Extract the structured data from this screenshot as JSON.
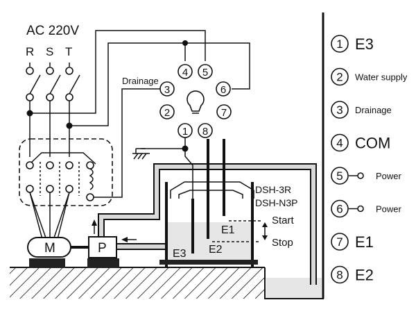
{
  "supply": {
    "label": "AC 220V",
    "phases": [
      "R",
      "S",
      "T"
    ]
  },
  "terminals": [
    "1",
    "2",
    "3",
    "4",
    "5",
    "6",
    "7",
    "8"
  ],
  "labels": {
    "drainage": "Drainage",
    "model_1": "DSH-3R",
    "model_2": "DSH-N3P",
    "start": "Start",
    "stop": "Stop",
    "motor": "M",
    "pump": "P",
    "e1": "E1",
    "e2": "E2",
    "e3": "E3"
  },
  "legend": [
    {
      "num": "1",
      "text": "E3",
      "size": "large",
      "power": false
    },
    {
      "num": "2",
      "text": "Water supply",
      "size": "small",
      "power": false
    },
    {
      "num": "3",
      "text": "Drainage",
      "size": "small",
      "power": false
    },
    {
      "num": "4",
      "text": "COM",
      "size": "large",
      "power": false
    },
    {
      "num": "5",
      "text": "Power",
      "size": "small",
      "power": true
    },
    {
      "num": "6",
      "text": "Power",
      "size": "small",
      "power": true
    },
    {
      "num": "7",
      "text": "E1",
      "size": "large",
      "power": false
    },
    {
      "num": "8",
      "text": "E2",
      "size": "large",
      "power": false
    }
  ],
  "colors": {
    "line": "#111111",
    "water": "#e6e6e6",
    "pipe": "#d9d9d9"
  }
}
